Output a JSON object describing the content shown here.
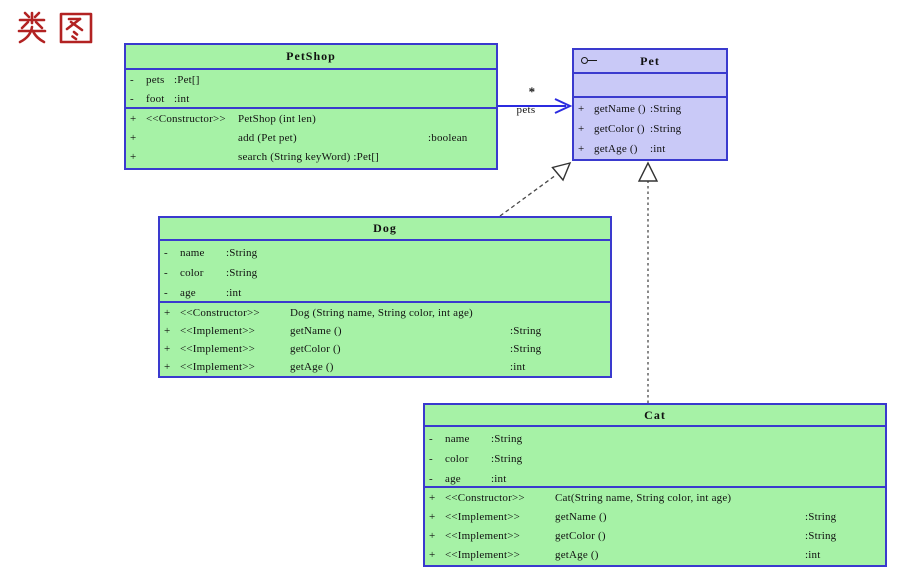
{
  "title": {
    "text": "类图"
  },
  "colors": {
    "class_fill": "#a6f2a6",
    "interface_fill": "#c9c9f7",
    "box_border": "#3a3ace",
    "association": "#2b2be0",
    "dashed_edge": "#4a4a4a",
    "page_title_red": "#b22222"
  },
  "classes": {
    "petshop": {
      "name": "PetShop",
      "kind": "class",
      "attributes": [
        {
          "vis": "-",
          "name": "pets",
          "type": ":Pet[]"
        },
        {
          "vis": "-",
          "name": "foot",
          "type": ":int"
        }
      ],
      "methods": [
        {
          "vis": "+",
          "stereotype": "<<Constructor>>",
          "signature": "PetShop (int len)",
          "returns": ""
        },
        {
          "vis": "+",
          "stereotype": "",
          "signature": "add (Pet pet)",
          "returns": ":boolean"
        },
        {
          "vis": "+",
          "stereotype": "",
          "signature": "search (String keyWord) :Pet[]",
          "returns": ""
        }
      ]
    },
    "pet": {
      "name": "Pet",
      "kind": "interface",
      "attributes": [],
      "methods": [
        {
          "vis": "+",
          "signature": "getName ()",
          "returns": ":String"
        },
        {
          "vis": "+",
          "signature": "getColor ()",
          "returns": ":String"
        },
        {
          "vis": "+",
          "signature": "getAge ()",
          "returns": ":int"
        }
      ]
    },
    "dog": {
      "name": "Dog",
      "kind": "class",
      "attributes": [
        {
          "vis": "-",
          "name": "name",
          "type": ":String"
        },
        {
          "vis": "-",
          "name": "color",
          "type": ":String"
        },
        {
          "vis": "-",
          "name": "age",
          "type": ":int"
        }
      ],
      "methods": [
        {
          "vis": "+",
          "stereotype": "<<Constructor>>",
          "signature": "Dog (String name, String color, int age)",
          "returns": ""
        },
        {
          "vis": "+",
          "stereotype": "<<Implement>>",
          "signature": "getName ()",
          "returns": ":String"
        },
        {
          "vis": "+",
          "stereotype": "<<Implement>>",
          "signature": "getColor ()",
          "returns": ":String"
        },
        {
          "vis": "+",
          "stereotype": "<<Implement>>",
          "signature": "getAge ()",
          "returns": ":int"
        }
      ]
    },
    "cat": {
      "name": "Cat",
      "kind": "class",
      "attributes": [
        {
          "vis": "-",
          "name": "name",
          "type": ":String"
        },
        {
          "vis": "-",
          "name": "color",
          "type": ":String"
        },
        {
          "vis": "-",
          "name": "age",
          "type": ":int"
        }
      ],
      "methods": [
        {
          "vis": "+",
          "stereotype": "<<Constructor>>",
          "signature": "Cat(String name, String color, int age)",
          "returns": ""
        },
        {
          "vis": "+",
          "stereotype": "<<Implement>>",
          "signature": "getName ()",
          "returns": ":String"
        },
        {
          "vis": "+",
          "stereotype": "<<Implement>>",
          "signature": "getColor ()",
          "returns": ":String"
        },
        {
          "vis": "+",
          "stereotype": "<<Implement>>",
          "signature": "getAge ()",
          "returns": ":int"
        }
      ]
    }
  },
  "connectors": {
    "association": {
      "from": "PetShop",
      "to": "Pet",
      "multiplicity": "*",
      "role": "pets"
    },
    "realizations": [
      {
        "from": "Dog",
        "to": "Pet",
        "style": "dashed-hollow-triangle"
      },
      {
        "from": "Cat",
        "to": "Pet",
        "style": "dashed-hollow-triangle"
      }
    ]
  }
}
